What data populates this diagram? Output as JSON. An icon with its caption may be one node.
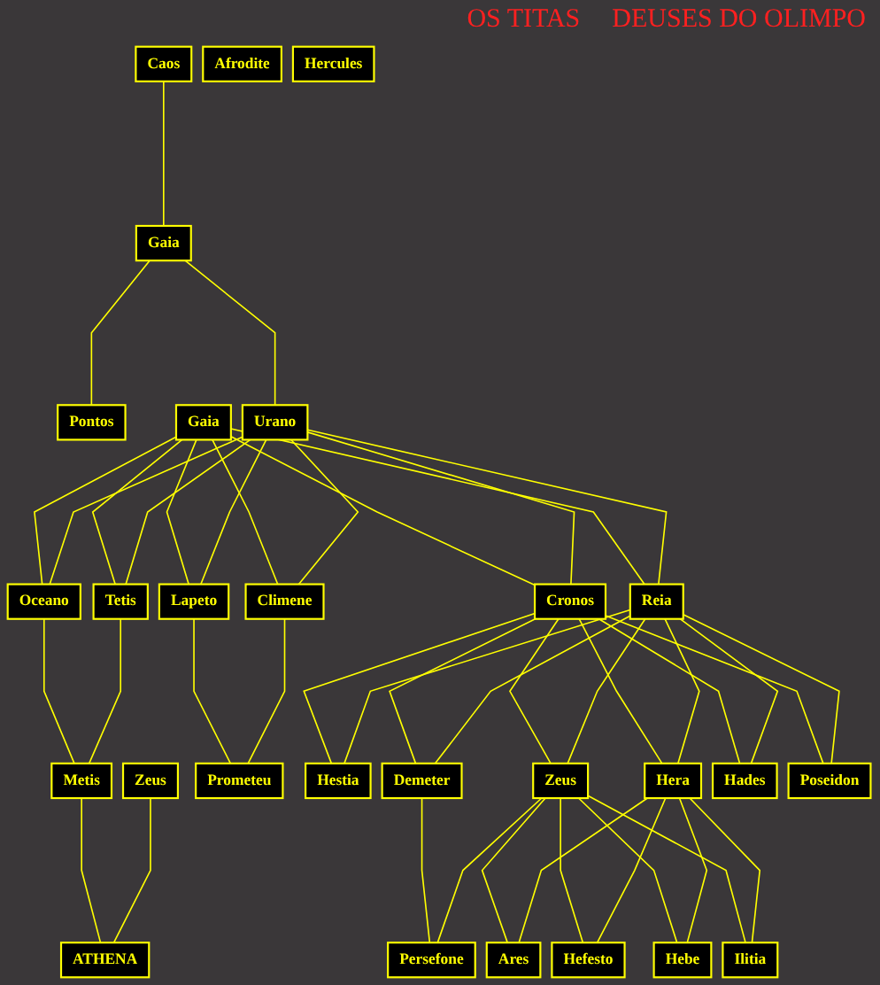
{
  "diagram": {
    "nodes": [
      {
        "text": [
          "Caos"
        ]
      },
      {
        "text": [
          "Gaia"
        ]
      },
      {
        "text": [
          "Pontos"
        ]
      },
      {
        "text": [
          "Gaia"
        ]
      },
      {
        "text": [
          "Urano"
        ]
      },
      {
        "text": [
          "Oceano"
        ]
      },
      {
        "text": [
          "Tetis"
        ]
      },
      {
        "text": [
          "Cronos"
        ]
      },
      {
        "text": [
          "Reia"
        ]
      },
      {
        "text": [
          "Lapeto"
        ]
      },
      {
        "text": [
          "Climene"
        ]
      },
      {
        "text": [
          "Metis"
        ]
      },
      {
        "text": [
          "Zeus"
        ]
      },
      {
        "text": [
          "Prometeu"
        ]
      },
      {
        "text": [
          "ATHENA"
        ]
      },
      {
        "text": [
          "Hestia"
        ]
      },
      {
        "text": [
          "Demeter"
        ]
      },
      {
        "text": [
          "Zeus"
        ]
      },
      {
        "text": [
          "Hera"
        ]
      },
      {
        "text": [
          "Hades"
        ]
      },
      {
        "text": [
          "Poseidon"
        ]
      },
      {
        "text": [
          "Persefone"
        ]
      },
      {
        "text": [
          "Afrodite"
        ]
      },
      {
        "text": [
          "Ares"
        ]
      },
      {
        "text": [
          "Hefesto"
        ]
      },
      {
        "text": [
          "Hebe"
        ]
      },
      {
        "text": [
          "Ilitia"
        ]
      },
      {
        "text": [
          "Hercules"
        ]
      }
    ],
    "edges": [
      {
        "from": 0,
        "to": 1,
        "arrow": "none"
      },
      {
        "from": 1,
        "to": 2,
        "arrow": "none"
      },
      {
        "from": 1,
        "to": 4,
        "arrow": "none"
      },
      {
        "from": 3,
        "to": 5,
        "arrow": "none"
      },
      {
        "from": 4,
        "to": 5,
        "arrow": "none"
      },
      {
        "from": 3,
        "to": 6,
        "arrow": "none"
      },
      {
        "from": 4,
        "to": 6,
        "arrow": "none"
      },
      {
        "from": 3,
        "to": 7,
        "arrow": "none"
      },
      {
        "from": 4,
        "to": 7,
        "arrow": "none"
      },
      {
        "from": 3,
        "to": 8,
        "arrow": "none"
      },
      {
        "from": 4,
        "to": 8,
        "arrow": "none"
      },
      {
        "from": 3,
        "to": 9,
        "arrow": "none"
      },
      {
        "from": 4,
        "to": 9,
        "arrow": "none"
      },
      {
        "from": 3,
        "to": 10,
        "arrow": "none"
      },
      {
        "from": 4,
        "to": 10,
        "arrow": "none"
      },
      {
        "from": 5,
        "to": 11,
        "arrow": "none"
      },
      {
        "from": 6,
        "to": 11,
        "arrow": "none"
      },
      {
        "from": 7,
        "to": 15,
        "arrow": "none"
      },
      {
        "from": 8,
        "to": 15,
        "arrow": "none"
      },
      {
        "from": 7,
        "to": 16,
        "arrow": "none"
      },
      {
        "from": 8,
        "to": 16,
        "arrow": "none"
      },
      {
        "from": 7,
        "to": 17,
        "arrow": "none"
      },
      {
        "from": 8,
        "to": 17,
        "arrow": "none"
      },
      {
        "from": 7,
        "to": 18,
        "arrow": "none"
      },
      {
        "from": 8,
        "to": 18,
        "arrow": "none"
      },
      {
        "from": 7,
        "to": 19,
        "arrow": "none"
      },
      {
        "from": 8,
        "to": 19,
        "arrow": "none"
      },
      {
        "from": 7,
        "to": 20,
        "arrow": "none"
      },
      {
        "from": 8,
        "to": 20,
        "arrow": "none"
      },
      {
        "from": 9,
        "to": 13,
        "arrow": "none"
      },
      {
        "from": 10,
        "to": 13,
        "arrow": "none"
      },
      {
        "from": 11,
        "to": 14,
        "arrow": "none"
      },
      {
        "from": 12,
        "to": 14,
        "arrow": "none"
      },
      {
        "from": 16,
        "to": 21,
        "arrow": "none"
      },
      {
        "from": 17,
        "to": 21,
        "arrow": "none"
      },
      {
        "from": 17,
        "to": 23,
        "arrow": "none"
      },
      {
        "from": 18,
        "to": 23,
        "arrow": "none"
      },
      {
        "from": 17,
        "to": 24,
        "arrow": "none"
      },
      {
        "from": 18,
        "to": 24,
        "arrow": "none"
      },
      {
        "from": 17,
        "to": 25,
        "arrow": "none"
      },
      {
        "from": 18,
        "to": 25,
        "arrow": "none"
      },
      {
        "from": 17,
        "to": 26,
        "arrow": "none"
      },
      {
        "from": 18,
        "to": 26,
        "arrow": "none"
      }
    ],
    "labels": [
      "OS TITAS",
      "DEUSES DO OLIMPO"
    ]
  }
}
